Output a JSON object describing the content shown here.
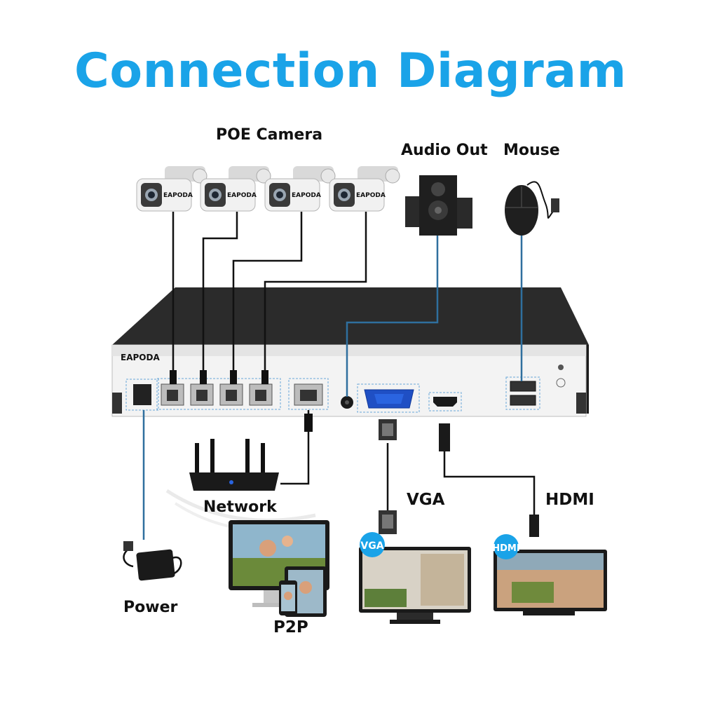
{
  "title": "Connection Diagram",
  "colors": {
    "title": "#1aa3e8",
    "cable_blue": "#2f6f9e",
    "cable_black": "#111111",
    "nvr_body": "#2b2b2b",
    "nvr_front": "#f2f2f2"
  },
  "labels": {
    "poe_camera": "POE Camera",
    "audio_out": "Audio Out",
    "mouse": "Mouse",
    "network": "Network",
    "vga": "VGA",
    "hdmi": "HDMI",
    "power": "Power",
    "p2p": "P2P"
  },
  "brand": "EAPODA",
  "badges": {
    "vga": "VGA",
    "hdmi": "HDMI"
  },
  "icons": [
    "bullet-camera-icon",
    "speaker-icon",
    "mouse-icon",
    "router-icon",
    "monitor-icon",
    "tablet-icon",
    "phone-icon",
    "power-adapter-icon"
  ]
}
